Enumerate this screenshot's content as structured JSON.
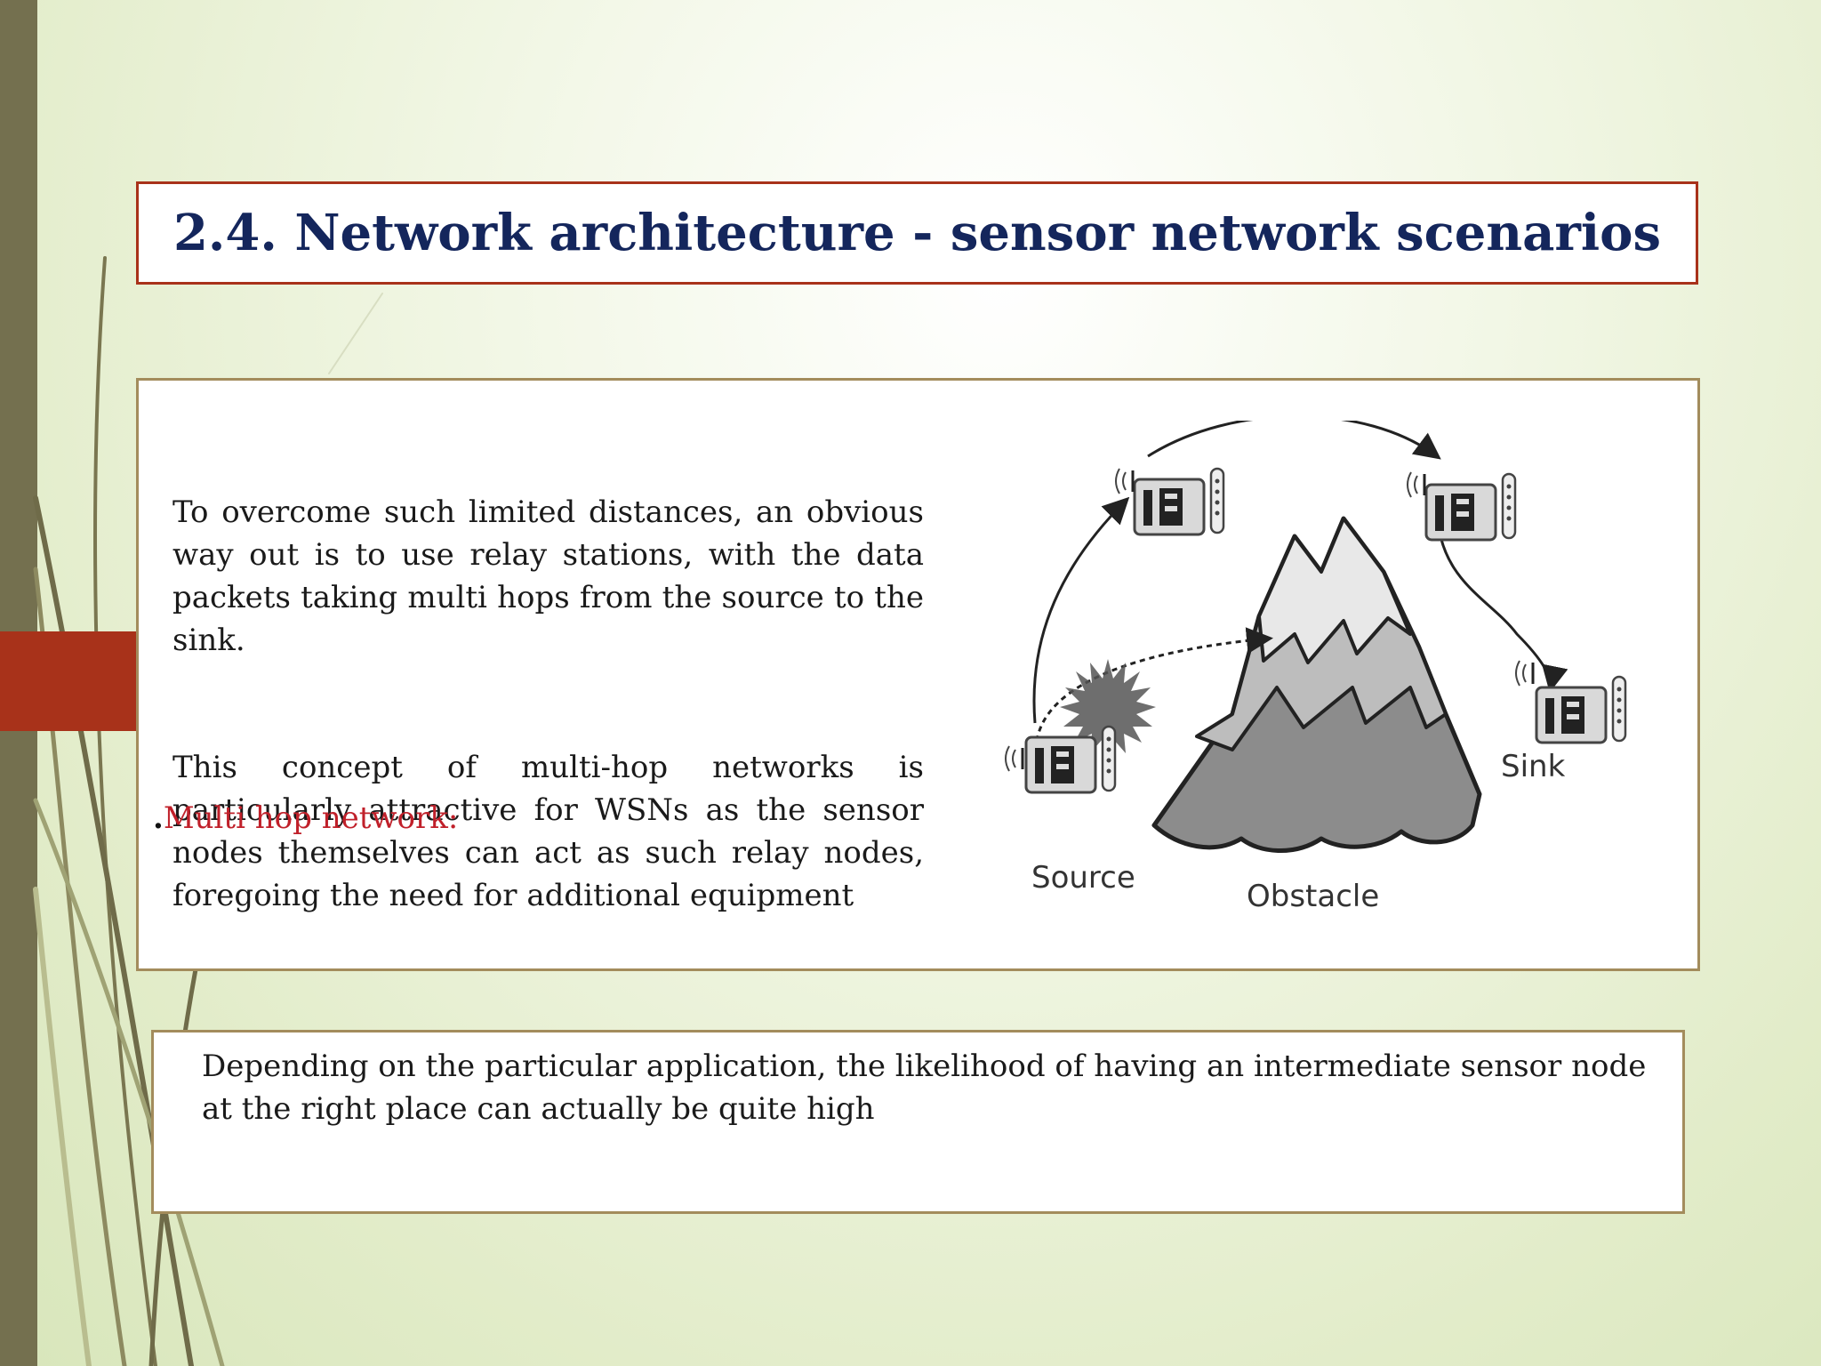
{
  "slide": {
    "title": "2.4.  Network architecture - sensor network scenarios",
    "paragraph1": "To overcome such limited distances, an obvious way out is to use relay stations, with the data packets taking multi hops from the source to the sink.",
    "paragraph2": "This concept of multi-hop networks  is particularly attractive for WSNs as the sensor nodes themselves can act as such relay nodes, foregoing the need for additional equipment",
    "overlay_bullet": ".",
    "overlay_label": "Multi hop network:",
    "bottom_text": "Depending on the particular application, the likelihood of having an intermediate sensor node at the right place can actually be quite high"
  },
  "diagram": {
    "source_label": "Source",
    "sink_label": "Sink",
    "obstacle_label": "Obstacle"
  },
  "colors": {
    "title": "#14265c",
    "accent_red": "#a8321a",
    "label_red": "#c0202a",
    "side_bar": "#74704f"
  }
}
